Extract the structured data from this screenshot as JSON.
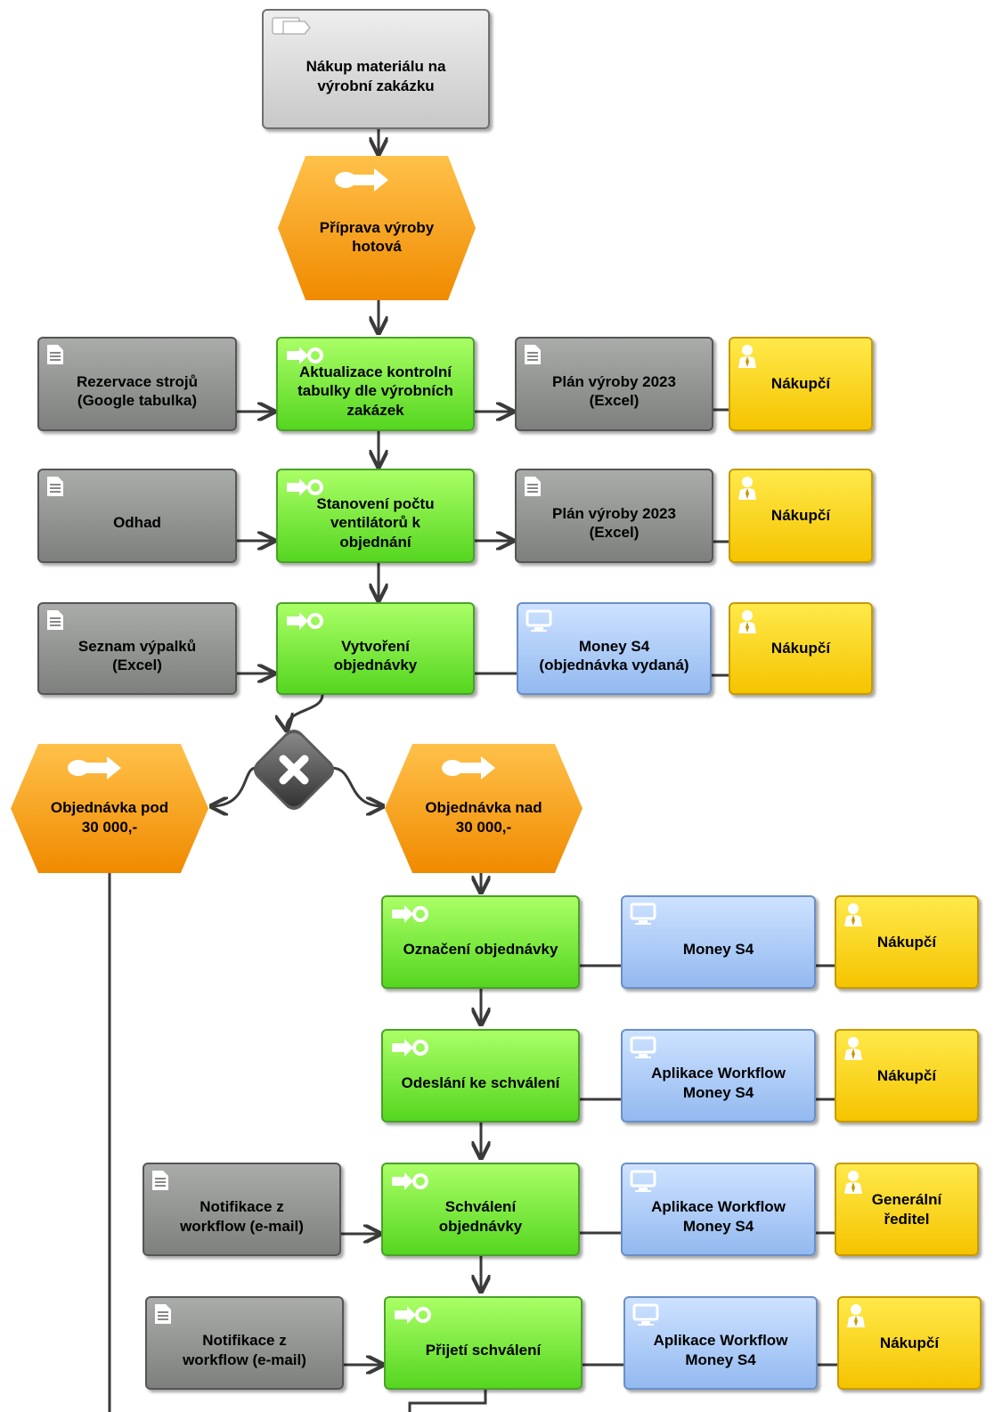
{
  "process_interface": {
    "label": "Nákup materiálu na\nvýrobní zakázku"
  },
  "events": {
    "start": "Příprava výroby\nhotová",
    "under": "Objednávka pod\n30 000,-",
    "over": "Objednávka nad\n30 000,-"
  },
  "functions": [
    "Aktualizace kontrolní\ntabulky dle výrobních\nzakázek",
    "Stanovení počtu\nventilátorů k\nobjednání",
    "Vytvoření\nobjednávky",
    "Označení objednávky",
    "Odeslání ke schválení",
    "Schválení\nobjednávky",
    "Přijetí schválení"
  ],
  "inputs": [
    "Rezervace strojů\n(Google tabulka)",
    "Odhad",
    "Seznam výpalků\n(Excel)",
    "Notifikace z\nworkflow (e-mail)",
    "Notifikace z\nworkflow (e-mail)"
  ],
  "outputs": [
    "Plán výroby 2023\n(Excel)",
    "Plán výroby 2023\n(Excel)"
  ],
  "systems": [
    "Money S4\n(objednávka vydaná)",
    "Money S4",
    "Aplikace Workflow\nMoney S4",
    "Aplikace Workflow\nMoney S4",
    "Aplikace Workflow\nMoney S4"
  ],
  "roles": [
    "Nákupčí",
    "Nákupčí",
    "Nákupčí",
    "Nákupčí",
    "Nákupčí",
    "Generální\nředitel",
    "Nákupčí"
  ],
  "colors": {
    "function": "#66e02a",
    "event": "#f59a10",
    "document": "#8a8d8a",
    "system": "#a9c8f5",
    "role": "#ffd400",
    "process_interface": "#d8d8d8",
    "gateway": "#555555",
    "connector": "#3a3a3a"
  },
  "gateway": {
    "type": "XOR",
    "icon": "x-gateway-icon"
  }
}
